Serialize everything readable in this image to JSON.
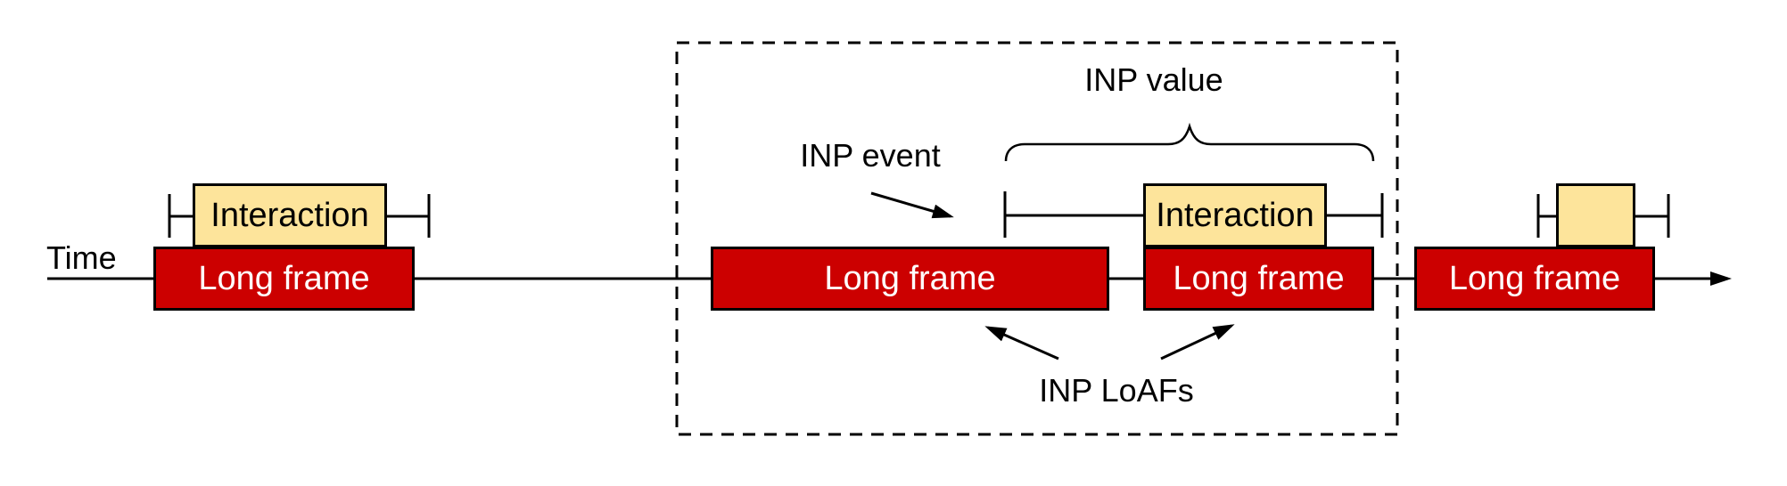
{
  "labels": {
    "time": "Time",
    "inp_event": "INP event",
    "inp_value": "INP value",
    "inp_loafs": "INP LoAFs"
  },
  "boxes": {
    "long_frame_1": "Long frame",
    "interaction_1": "Interaction",
    "long_frame_2": "Long frame",
    "long_frame_3": "Long frame",
    "interaction_2": "Interaction",
    "long_frame_4": "Long frame",
    "interaction_3": ""
  },
  "colors": {
    "long_frame_fill": "#cc0000",
    "long_frame_text": "#ffffff",
    "interaction_fill": "#fde49b",
    "outline": "#000000",
    "background": "#ffffff"
  }
}
